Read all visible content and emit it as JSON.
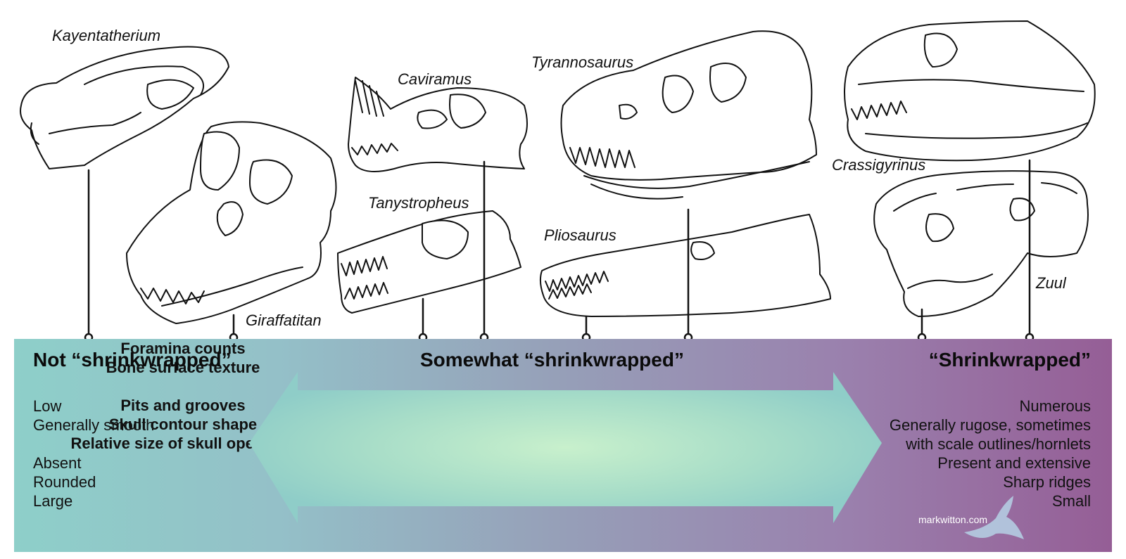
{
  "taxa": {
    "kayentatherium": "Kayentatherium",
    "giraffatitan": "Giraffatitan",
    "caviramus": "Caviramus",
    "tanystropheus": "Tanystropheus",
    "tyrannosaurus": "Tyrannosaurus",
    "pliosaurus": "Pliosaurus",
    "crassigyrinus": "Crassigyrinus",
    "zuul": "Zuul"
  },
  "categories": {
    "left": "Not “shrinkwrapped”",
    "middle": "Somewhat “shrinkwrapped”",
    "right": "“Shrinkwrapped”"
  },
  "criteria": [
    "Foramina counts",
    "Bone surface texture",
    "",
    "Pits and grooves",
    "Skull contour shape",
    "Relative size of skull openings"
  ],
  "left_values": [
    "Low",
    "Generally smooth",
    "",
    "Absent",
    "Rounded",
    "Large"
  ],
  "right_values": [
    "Numerous",
    "Generally rugose, sometimes",
    "with scale outlines/hornlets",
    "Present and extensive",
    "Sharp ridges",
    "Small"
  ],
  "watermark": "markwitton.com",
  "colors": {
    "band_left": "#8ecfc9",
    "band_right": "#955e96",
    "arrow_center": "#c8f0cc",
    "arrow_edge": "#8fcdc8",
    "line": "#111111"
  }
}
